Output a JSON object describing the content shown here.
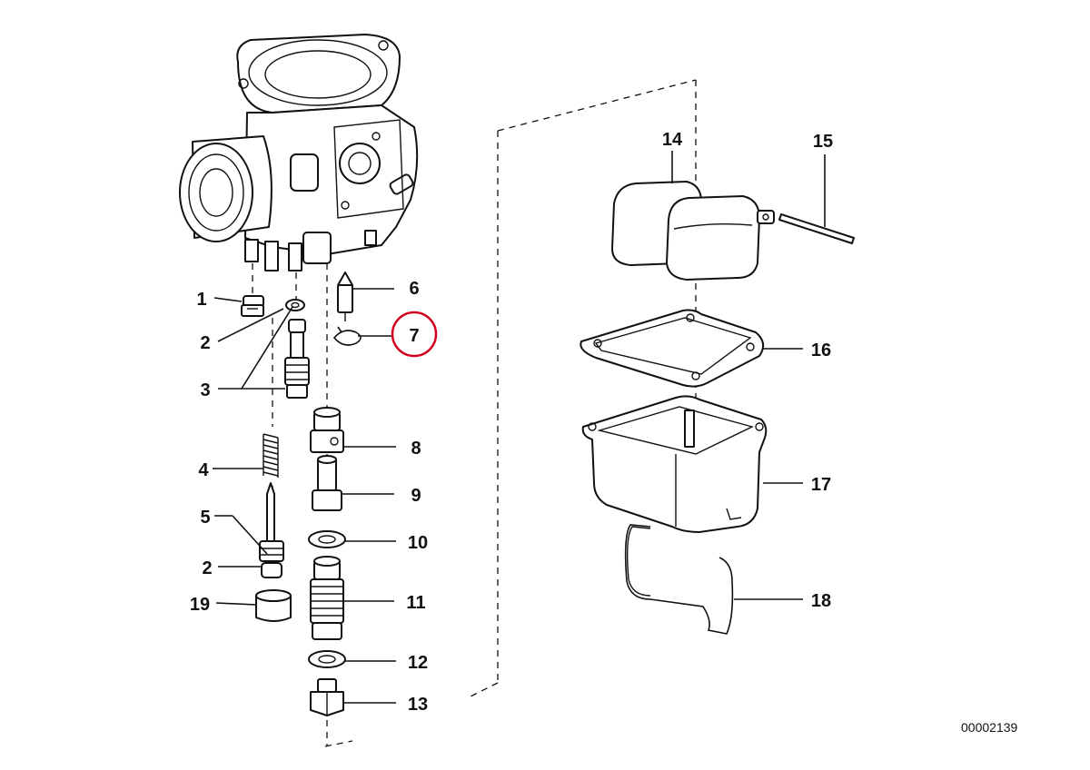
{
  "diagram": {
    "reference_number": "00002139",
    "highlight_color": "#d0021b",
    "highlighted_part": "7",
    "part_labels": [
      "1",
      "2",
      "3",
      "4",
      "5",
      "2",
      "19",
      "6",
      "7",
      "8",
      "9",
      "10",
      "11",
      "12",
      "13",
      "14",
      "15",
      "16",
      "17",
      "18"
    ]
  }
}
